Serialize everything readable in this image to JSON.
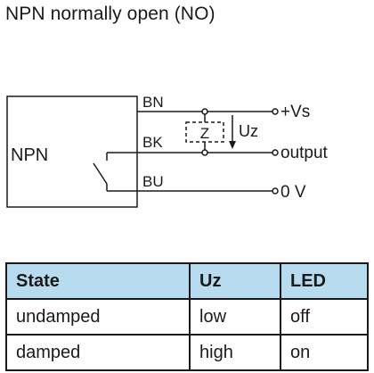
{
  "title": "NPN normally open (NO)",
  "diagram": {
    "block_label": "NPN",
    "wire_labels": [
      "BN",
      "BK",
      "BU"
    ],
    "terminal_labels": [
      "+Vs",
      "output",
      "0 V"
    ],
    "load_label": "Z",
    "voltage_label": "Uz"
  },
  "table": {
    "headers": [
      "State",
      "Uz",
      "LED"
    ],
    "rows": [
      [
        "undamped",
        "low",
        "off"
      ],
      [
        "damped",
        "high",
        "on"
      ]
    ],
    "header_color": "#b8dcef"
  }
}
